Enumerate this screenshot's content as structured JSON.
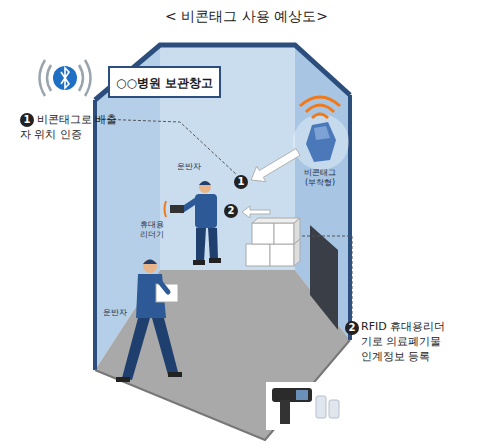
{
  "diagram": {
    "title": "< 비콘태그 사용 예상도>",
    "nodes": [
      {
        "text": [
          "○○병원 보관창고"
        ]
      }
    ],
    "labels": [
      "1",
      "비콘태그로 배출자 위치 인증",
      "비콘태그 (부착형)",
      "운반자",
      "1",
      "휴대용 리더기",
      "2",
      "운반자",
      "2",
      "RFID 휴대용리더기로 의료폐기물 인계정보 등록"
    ]
  }
}
